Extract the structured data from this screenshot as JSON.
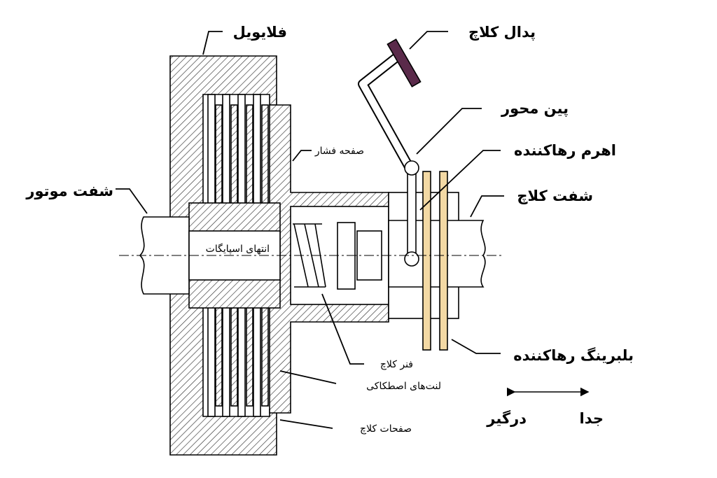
{
  "labels": {
    "flywheel": "فلایویل",
    "clutch_pedal": "پدال کلاچ",
    "pivot_pin": "پین محور",
    "release_lever": "اهرم رهاکننده",
    "clutch_shaft": "شفت کلاچ",
    "engine_shaft": "شفت موتور",
    "pressure_plate": "صفحه فشار",
    "spigot_end": "انتهای اسپایگات",
    "clutch_spring": "فنر کلاچ",
    "friction_linings": "لنت‌های اصطکاکی",
    "clutch_plates": "صفحات کلاچ",
    "release_bearing": "بلبرینگ رهاکننده",
    "engaged": "درگیر",
    "disengaged": "جدا"
  },
  "colors": {
    "pedal": "#5a2a4a",
    "bearing": "#f3d9a4"
  }
}
